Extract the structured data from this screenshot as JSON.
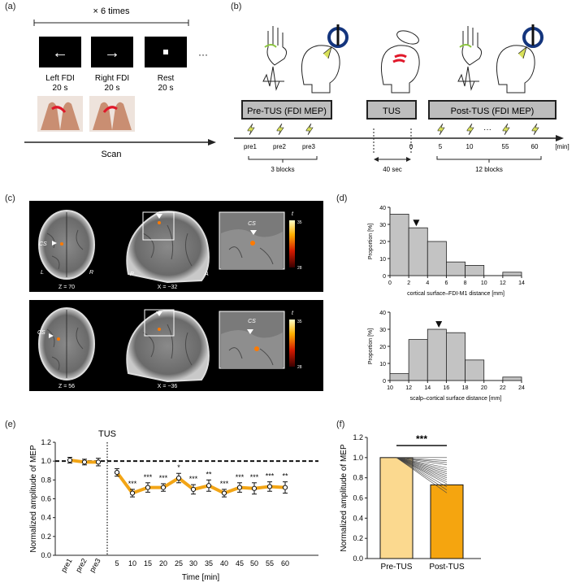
{
  "panels": {
    "a": {
      "label": "(a)",
      "repeat": "× 6 times",
      "blocks": [
        {
          "title": "Left FDI",
          "dur": "20 s",
          "arrow": "←"
        },
        {
          "title": "Right FDI",
          "dur": "20 s",
          "arrow": "→"
        },
        {
          "title": "Rest",
          "dur": "20 s",
          "arrow": "■"
        }
      ],
      "ellipsis": "···",
      "scan": "Scan"
    },
    "b": {
      "label": "(b)",
      "boxes": [
        "Pre-TUS (FDI MEP)",
        "TUS",
        "Post-TUS (FDI MEP)"
      ],
      "ticks": [
        "pre1",
        "pre2",
        "pre3",
        "0",
        "5",
        "10",
        "···",
        "55",
        "60",
        "[min]"
      ],
      "blocks_pre": "3 blocks",
      "duration": "40 sec",
      "blocks_post": "12 blocks"
    },
    "c": {
      "label": "(c)",
      "rows": [
        {
          "cs": "CS",
          "L": "L",
          "R": "R",
          "z": "Z = 70",
          "P": "P",
          "A": "A",
          "x": "X = −32",
          "inset_cs": "CS",
          "cb_label": "t",
          "cb_max": "35",
          "cb_min": "28"
        },
        {
          "cs": "CS",
          "z": "Z = 56",
          "x": "X = −36",
          "inset_cs": "CS",
          "cb_label": "t",
          "cb_max": "35",
          "cb_min": "28"
        }
      ]
    },
    "d": {
      "label": "(d)"
    },
    "e": {
      "label": "(e)",
      "tus": "TUS"
    },
    "f": {
      "label": "(f)"
    }
  },
  "chart_data": [
    {
      "type": "bar",
      "id": "d-top",
      "bins": [
        0,
        2,
        4,
        6,
        8,
        10,
        12,
        14
      ],
      "values": [
        36,
        28,
        20,
        8,
        6,
        0,
        2
      ],
      "marker": 2.8,
      "xlabel": "cortical surface–FDI-M1 distance [mm]",
      "ylabel": "Proportion [%]",
      "xticks": [
        "0",
        "2",
        "4",
        "6",
        "8",
        "10",
        "12",
        "14"
      ],
      "yticks": [
        "0",
        "10",
        "20",
        "30",
        "40"
      ],
      "ylim": [
        0,
        40
      ]
    },
    {
      "type": "bar",
      "id": "d-bottom",
      "bins": [
        10,
        12,
        14,
        16,
        18,
        20,
        22,
        24
      ],
      "values": [
        4,
        24,
        30,
        28,
        12,
        0,
        2
      ],
      "marker": 15.2,
      "xlabel": "scalp–cortical surface distance [mm]",
      "ylabel": "Proportion [%]",
      "xticks": [
        "10",
        "12",
        "14",
        "16",
        "18",
        "20",
        "22",
        "24"
      ],
      "yticks": [
        "0",
        "10",
        "20",
        "30",
        "40"
      ],
      "ylim": [
        0,
        40
      ]
    },
    {
      "type": "line",
      "id": "e",
      "categories": [
        "pre1",
        "pre2",
        "pre3",
        "5",
        "10",
        "15",
        "20",
        "25",
        "30",
        "35",
        "40",
        "45",
        "50",
        "55",
        "60"
      ],
      "pre": [
        1.01,
        0.99,
        0.99
      ],
      "pre_err": [
        0.03,
        0.03,
        0.04
      ],
      "post": [
        0.88,
        0.66,
        0.72,
        0.72,
        0.82,
        0.7,
        0.74,
        0.66,
        0.72,
        0.71,
        0.73,
        0.72
      ],
      "post_err": [
        0.04,
        0.04,
        0.05,
        0.04,
        0.05,
        0.05,
        0.06,
        0.04,
        0.05,
        0.06,
        0.05,
        0.06
      ],
      "sig": [
        "",
        "***",
        "***",
        "***",
        "*",
        "***",
        "**",
        "***",
        "***",
        "***",
        "***",
        "**"
      ],
      "xlabel": "Time [min]",
      "ylabel": "Normalized amplitude of MEP",
      "yticks": [
        "0.0",
        "0.2",
        "0.4",
        "0.6",
        "0.8",
        "1.0",
        "1.2"
      ],
      "ylim": [
        0,
        1.2
      ],
      "color": "#f2a516"
    },
    {
      "type": "bar",
      "id": "f",
      "categories": [
        "Pre-TUS",
        "Post-TUS"
      ],
      "values": [
        1.0,
        0.73
      ],
      "colors": [
        "#fbd98f",
        "#f5a50f"
      ],
      "subject_post": [
        1.0,
        0.97,
        0.95,
        0.93,
        0.9,
        0.88,
        0.86,
        0.84,
        0.82,
        0.8,
        0.78,
        0.76,
        0.74,
        0.71,
        0.68,
        0.65
      ],
      "sig": "***",
      "ylabel": "Normalized amplitude of MEP",
      "yticks": [
        "0.0",
        "0.2",
        "0.4",
        "0.6",
        "0.8",
        "1.0",
        "1.2"
      ],
      "ylim": [
        0,
        1.2
      ]
    }
  ]
}
